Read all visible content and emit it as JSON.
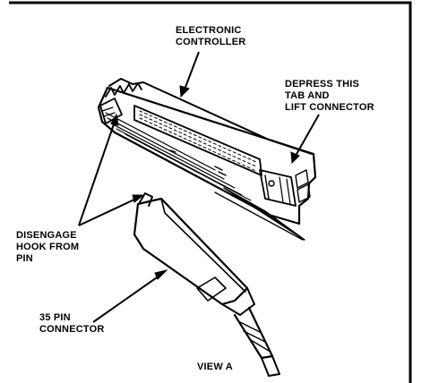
{
  "labels": {
    "electronic_controller": [
      "ELECTRONIC",
      "CONTROLLER"
    ],
    "depress_tab": [
      "DEPRESS THIS",
      "TAB AND",
      "LIFT CONNECTOR"
    ],
    "disengage_hook": [
      "DISENGAGE",
      "HOOK FROM",
      "PIN"
    ],
    "pin_connector": [
      "35 PIN",
      "CONNECTOR"
    ],
    "view": "VIEW A"
  },
  "colors": {
    "ink": "#000000",
    "paper": "#ffffff"
  }
}
